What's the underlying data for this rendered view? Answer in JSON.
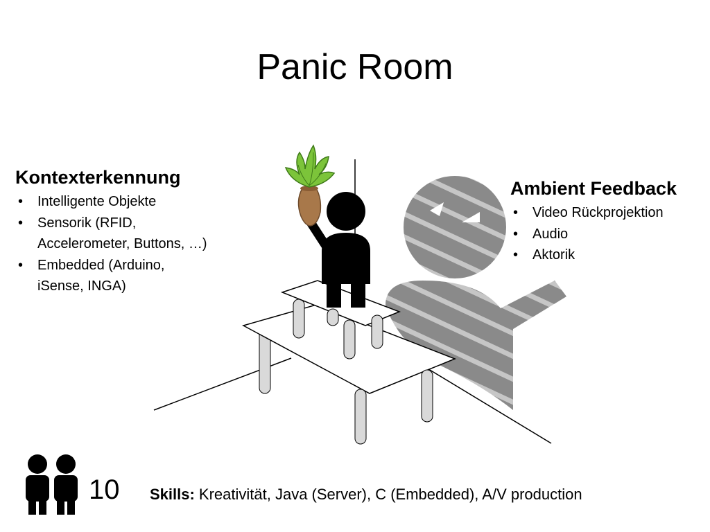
{
  "slide": {
    "title": "Panic Room"
  },
  "context_detection": {
    "heading": "Kontexterkennung",
    "items": [
      {
        "lines": [
          "Intelligente Objekte"
        ]
      },
      {
        "lines": [
          "Sensorik (RFID,",
          "Accelerometer, Buttons, …)"
        ]
      },
      {
        "lines": [
          "Embedded (Arduino,",
          "iSense, INGA)"
        ]
      }
    ]
  },
  "ambient_feedback": {
    "heading": "Ambient Feedback",
    "items": [
      {
        "lines": [
          "Video Rückprojektion"
        ]
      },
      {
        "lines": [
          "Audio"
        ]
      },
      {
        "lines": [
          "Aktorik"
        ]
      }
    ]
  },
  "team": {
    "icon": "two-people-icon",
    "count": "10"
  },
  "skills": {
    "label": "Skills:",
    "text": " Kreativität, Java (Server), C (Embedded), A/V production"
  },
  "colors": {
    "shadow": "#8a8a8a",
    "shadow_stripe": "#c6c6c6",
    "table_leg": "#d9d9d9",
    "plant_green": "#7cc43a",
    "vase_brown": "#a8784a"
  }
}
